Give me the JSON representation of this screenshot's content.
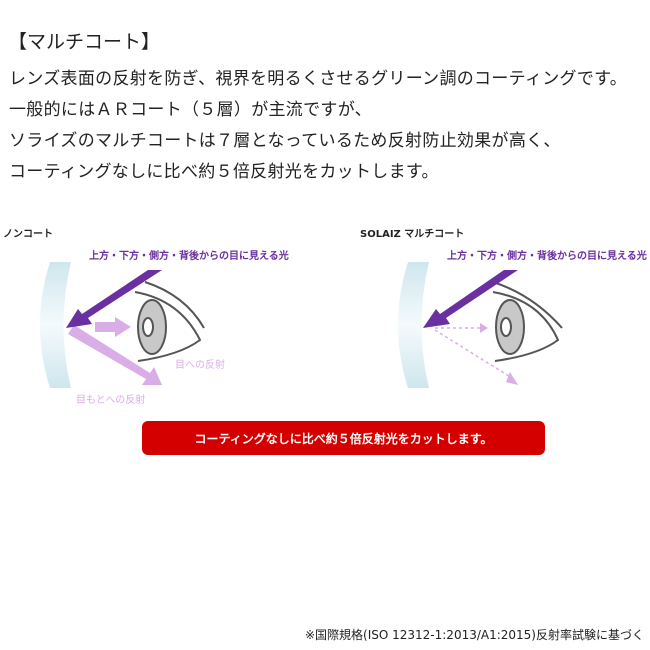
{
  "title": "【マルチコート】",
  "description": [
    "レンズ表面の反射を防ぎ、視界を明るくさせるグリーン調のコーティングです。",
    "一般的にはＡＲコート（５層）が主流ですが、",
    "ソライズのマルチコートは７層となっているため反射防止効果が高く、",
    "コーティングなしに比べ約５倍反射光をカットします。"
  ],
  "diagram_left": {
    "caption": "ノンコート",
    "light_label": "上方・下方・側方・背後からの目に見える光",
    "eye_reflection": "目への反射",
    "eyearea_reflection": "目もとへの反射"
  },
  "diagram_right": {
    "caption": "SOLAIZ マルチコート",
    "light_label": "上方・下方・側方・背後からの目に見える光"
  },
  "banner": "コーティングなしに比べ約５倍反射光をカットします。",
  "footnote": "※国際規格(ISO 12312-1:2013/A1:2015)反射率試験に基づく",
  "colors": {
    "light_arrow": "#6a2fa0",
    "reflection": "#d9aee6",
    "banner": "#d40000",
    "lens": "#cfe6ee"
  }
}
